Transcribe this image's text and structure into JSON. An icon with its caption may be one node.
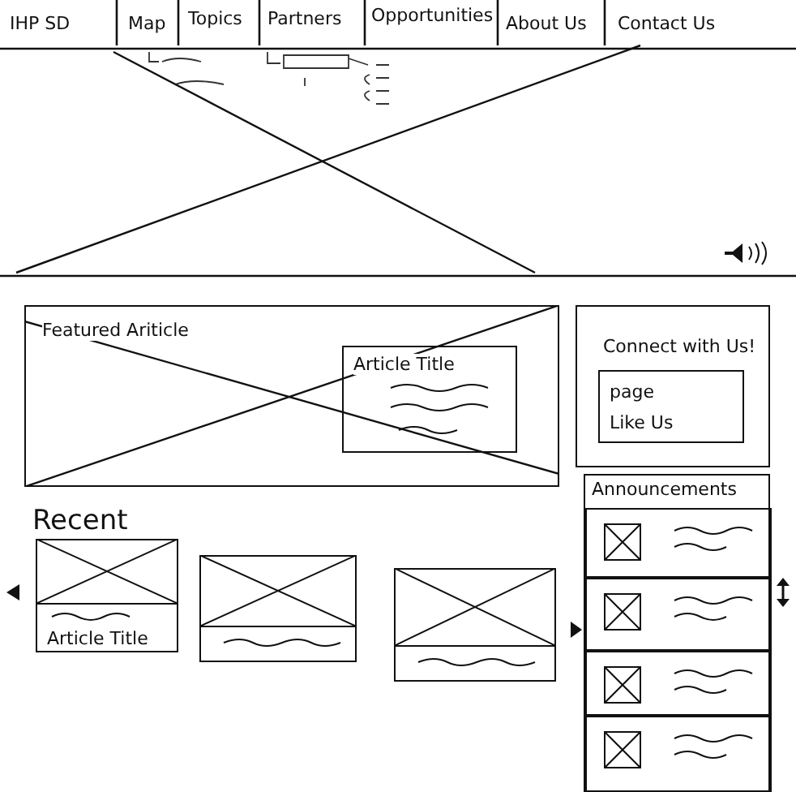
{
  "diagram": {
    "nodes": [
      {
        "text": [
          "Featured Ariticle"
        ]
      },
      {
        "text": [
          "Article Title"
        ],
        "in": 0
      },
      {
        "text": [
          "Connect with Us!"
        ]
      },
      {
        "text": [
          "page",
          "Like Us"
        ],
        "in": 2
      },
      {
        "text": [
          "Announcements"
        ]
      },
      {
        "text": [],
        "shape": "box",
        "in": 4
      },
      {
        "text": [],
        "shape": "box",
        "in": 4
      },
      {
        "text": [],
        "shape": "box",
        "in": 4
      },
      {
        "text": [],
        "shape": "box",
        "in": 4
      },
      {
        "text": [
          "Article Title"
        ]
      },
      {
        "text": [],
        "shape": "box"
      },
      {
        "text": [],
        "shape": "box"
      }
    ],
    "labels": [
      "IHP SD",
      "Map",
      "Topics",
      "Partners",
      "Opportunities",
      "About Us",
      "Contact Us",
      "Recent"
    ]
  }
}
